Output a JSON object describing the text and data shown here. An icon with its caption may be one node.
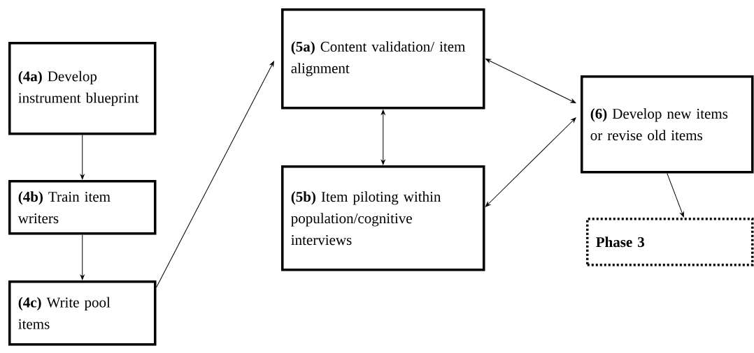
{
  "diagram": {
    "nodes": [
      {
        "text": [
          "**(4a)** Develop instrument blueprint"
        ]
      },
      {
        "text": [
          "**(4b)** Train item writers"
        ]
      },
      {
        "text": [
          "**(4c)** Write pool items"
        ]
      },
      {
        "text": [
          "**(5a)** Content validation/ item alignment"
        ]
      },
      {
        "text": [
          "**(5b)** Item piloting within population/cognitive interviews"
        ]
      },
      {
        "text": [
          "**(6)** Develop new items or revise old items"
        ]
      },
      {
        "text": [
          "Phase 3"
        ]
      }
    ],
    "edges": [
      {
        "from": 0,
        "to": 1,
        "arrow": "to"
      },
      {
        "from": 1,
        "to": 2,
        "arrow": "to"
      },
      {
        "from": 2,
        "to": 3,
        "arrow": "to"
      },
      {
        "from": 3,
        "to": 4,
        "arrow": "both"
      },
      {
        "from": 3,
        "to": 5,
        "arrow": "both"
      },
      {
        "from": 4,
        "to": 5,
        "arrow": "both"
      },
      {
        "from": 5,
        "to": 6,
        "arrow": "to"
      }
    ]
  }
}
